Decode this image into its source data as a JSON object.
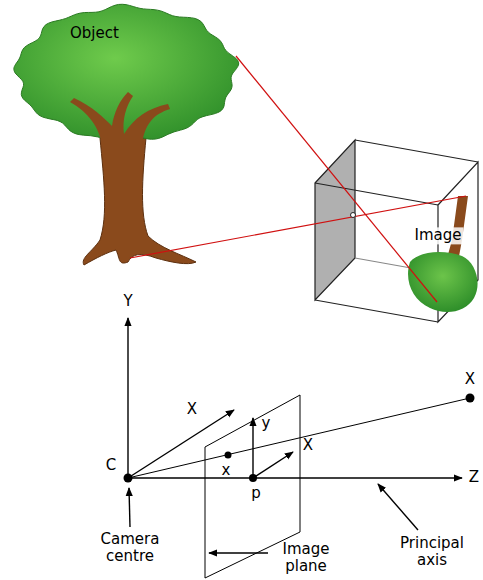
{
  "diagram": {
    "nodes": [
      {
        "text": [
          "Object"
        ]
      }
    ],
    "labels": [
      "Image",
      "Y",
      "X",
      "y",
      "X",
      "x",
      "X",
      "C",
      "p",
      "Z",
      "Camera centre",
      "Image plane",
      "Principal axis"
    ]
  }
}
